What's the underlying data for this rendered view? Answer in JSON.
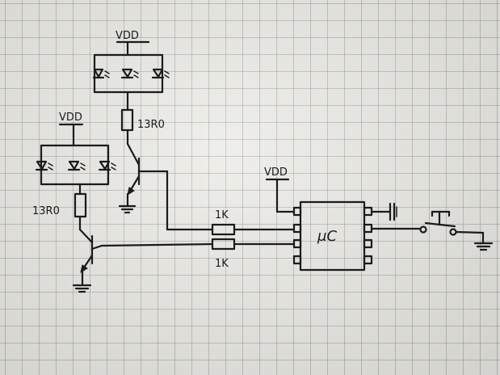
{
  "supply_labels": {
    "top_array": "VDD",
    "left_array": "VDD",
    "mcu": "VDD"
  },
  "resistors": {
    "top_series": "13R0",
    "left_series": "13R0",
    "upper_base": "1K",
    "lower_base": "1K"
  },
  "mcu": {
    "label": "μC"
  },
  "colors": {
    "ink": "#1b1b1d",
    "paper": "#ecebe6",
    "grid": "#8a8a90"
  },
  "icons": [
    "led-icon",
    "resistor-icon",
    "npn-transistor-icon",
    "ground-icon",
    "capacitor-icon",
    "push-button-icon",
    "microcontroller-icon"
  ]
}
